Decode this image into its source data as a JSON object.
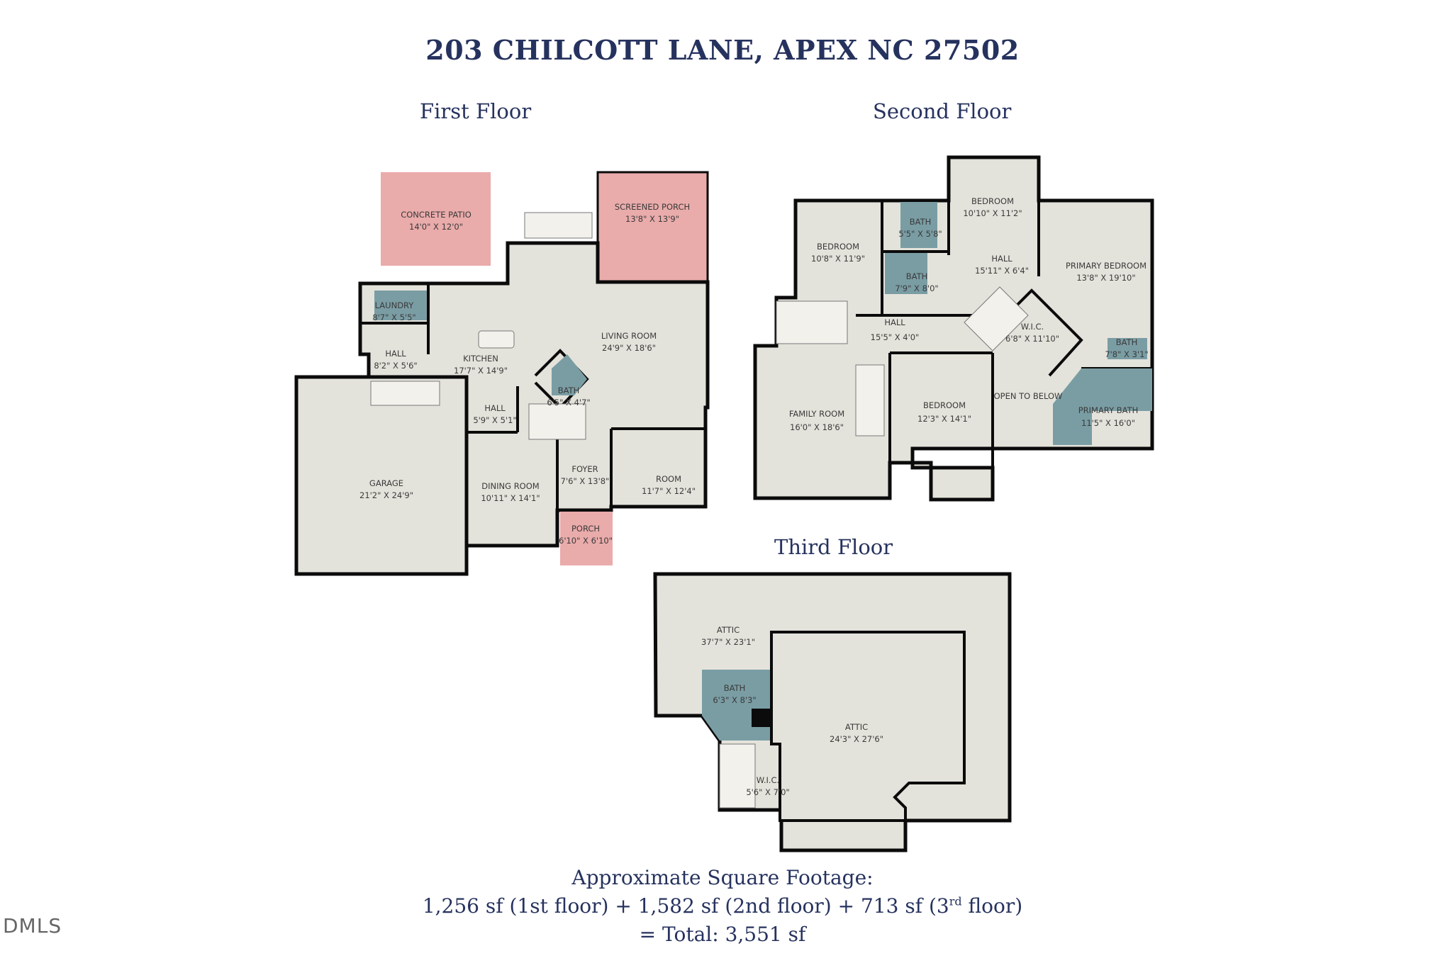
{
  "title": "203 CHILCOTT LANE, APEX NC 27502",
  "floors": {
    "first": "First Floor",
    "second": "Second Floor",
    "third": "Third Floor"
  },
  "rooms": {
    "concrete_patio": {
      "name": "CONCRETE PATIO",
      "dims": "14'0\" X 12'0\""
    },
    "screened_porch": {
      "name": "SCREENED PORCH",
      "dims": "13'8\" X 13'9\""
    },
    "laundry": {
      "name": "LAUNDRY",
      "dims": "8'7\" X 5'5\""
    },
    "hall1": {
      "name": "HALL",
      "dims": "8'2\" X 5'6\""
    },
    "kitchen": {
      "name": "KITCHEN",
      "dims": "17'7\" X 14'9\""
    },
    "living_room": {
      "name": "LIVING ROOM",
      "dims": "24'9\" X 18'6\""
    },
    "bath1": {
      "name": "BATH",
      "dims": "6'5\" X 4'7\""
    },
    "hall2": {
      "name": "HALL",
      "dims": "5'9\" X 5'1\""
    },
    "garage": {
      "name": "GARAGE",
      "dims": "21'2\" X 24'9\""
    },
    "dining_room": {
      "name": "DINING ROOM",
      "dims": "10'11\" X 14'1\""
    },
    "foyer": {
      "name": "FOYER",
      "dims": "7'6\" X 13'8\""
    },
    "room": {
      "name": "ROOM",
      "dims": "11'7\" X 12'4\""
    },
    "porch": {
      "name": "PORCH",
      "dims": "6'10\" X 6'10\""
    },
    "bedroom_a": {
      "name": "BEDROOM",
      "dims": "10'8\" X 11'9\""
    },
    "bath_a": {
      "name": "BATH",
      "dims": "5'5\" X 5'8\""
    },
    "bedroom_b": {
      "name": "BEDROOM",
      "dims": "10'10\" X 11'2\""
    },
    "bath_b": {
      "name": "BATH",
      "dims": "7'9\" X 8'0\""
    },
    "hall3": {
      "name": "HALL",
      "dims": "15'11\" X 6'4\""
    },
    "primary_bedroom": {
      "name": "PRIMARY BEDROOM",
      "dims": "13'8\" X 19'10\""
    },
    "hall4": {
      "name": "HALL",
      "dims": "15'5\" X 4'0\""
    },
    "wic_a": {
      "name": "W.I.C.",
      "dims": "6'8\" X 11'10\""
    },
    "bath_c": {
      "name": "BATH",
      "dims": "7'8\" X 3'1\""
    },
    "family_room": {
      "name": "FAMILY ROOM",
      "dims": "16'0\" X 18'6\""
    },
    "bedroom_c": {
      "name": "BEDROOM",
      "dims": "12'3\" X 14'1\""
    },
    "open_below": {
      "name": "OPEN TO BELOW",
      "dims": ""
    },
    "primary_bath": {
      "name": "PRIMARY BATH",
      "dims": "11'5\" X 16'0\""
    },
    "attic_a": {
      "name": "ATTIC",
      "dims": "37'7\" X 23'1\""
    },
    "bath_d": {
      "name": "BATH",
      "dims": "6'3\" X 8'3\""
    },
    "attic_b": {
      "name": "ATTIC",
      "dims": "24'3\" X 27'6\""
    },
    "wic_b": {
      "name": "W.I.C.",
      "dims": "5'6\" X 7'0\""
    }
  },
  "footage": {
    "heading": "Approximate Square Footage:",
    "first": "1,256 sf (1st floor) + 1,582 sf (2nd floor)  + 713 sf (3",
    "sup": "rd",
    "first_end": " floor)",
    "total": "=  Total: 3,551 sf"
  },
  "watermark": "DMLS",
  "colors": {
    "floor_fill": "#e4e3db",
    "wall": "#0b0b0b",
    "outdoor_fill": "#eaabab",
    "bath_fill": "#7a9da4",
    "text_navy": "#26325e"
  }
}
